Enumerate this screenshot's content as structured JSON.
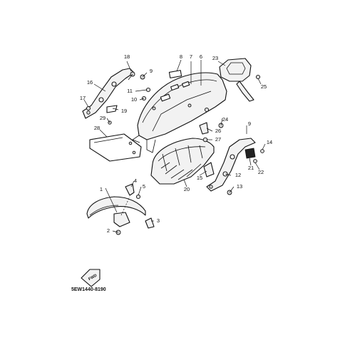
{
  "diagram": {
    "code": "5EW1440-8190",
    "fwd_label": "FWD",
    "callouts": [
      "1",
      "2",
      "3",
      "4",
      "5",
      "6",
      "7",
      "8",
      "9",
      "9",
      "10",
      "11",
      "12",
      "13",
      "14",
      "15",
      "16",
      "17",
      "18",
      "19",
      "20",
      "21",
      "22",
      "23",
      "24",
      "25",
      "26",
      "27",
      "28",
      "29"
    ]
  }
}
